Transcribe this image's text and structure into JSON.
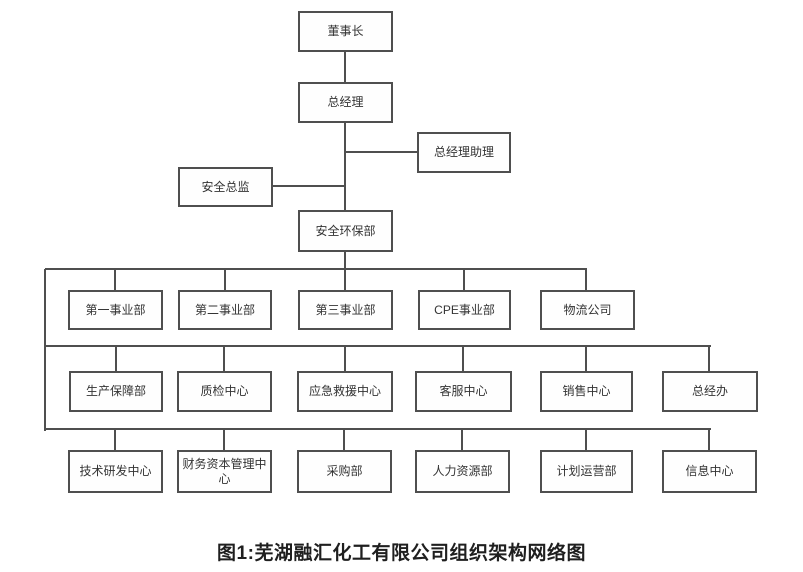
{
  "diagram": {
    "caption": "图1:芜湖融汇化工有限公司组织架构网络图",
    "colors": {
      "line": "#4f4f4f",
      "box_fill": "#fefefe",
      "text": "#333333",
      "background": "#ffffff"
    },
    "nodes": [
      {
        "id": "chairman",
        "label": "董事长"
      },
      {
        "id": "general-manager",
        "label": "总经理"
      },
      {
        "id": "gm-assistant",
        "label": "总经理助理"
      },
      {
        "id": "safety-director",
        "label": "安全总监"
      },
      {
        "id": "safety-env-dept",
        "label": "安全环保部"
      },
      {
        "id": "division-1",
        "label": "第一事业部"
      },
      {
        "id": "division-2",
        "label": "第二事业部"
      },
      {
        "id": "division-3",
        "label": "第三事业部"
      },
      {
        "id": "division-cpe",
        "label": "CPE事业部"
      },
      {
        "id": "logistics-company",
        "label": "物流公司"
      },
      {
        "id": "production-support-dept",
        "label": "生产保障部"
      },
      {
        "id": "quality-inspection-center",
        "label": "质检中心"
      },
      {
        "id": "emergency-rescue-center",
        "label": "应急救援中心"
      },
      {
        "id": "customer-service-center",
        "label": "客服中心"
      },
      {
        "id": "sales-center",
        "label": "销售中心"
      },
      {
        "id": "gm-office",
        "label": "总经办"
      },
      {
        "id": "tech-rd-center",
        "label": "技术研发中心"
      },
      {
        "id": "finance-capital-mgmt-center",
        "label": "财务资本管理中心"
      },
      {
        "id": "procurement-dept",
        "label": "采购部"
      },
      {
        "id": "hr-dept",
        "label": "人力资源部"
      },
      {
        "id": "planning-operations-dept",
        "label": "计划运营部"
      },
      {
        "id": "information-center",
        "label": "信息中心"
      }
    ]
  }
}
